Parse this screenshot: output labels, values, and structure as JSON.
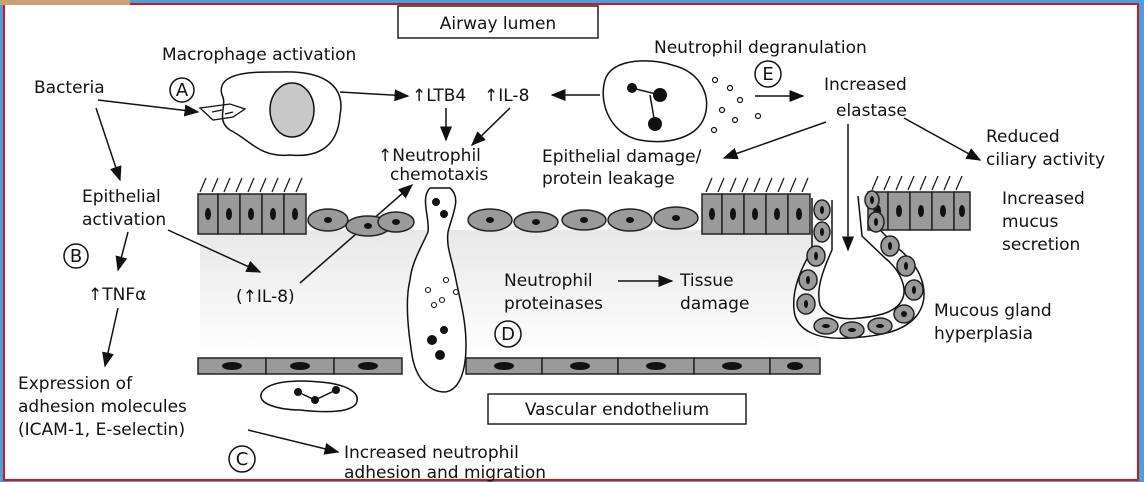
{
  "labels": {
    "airway_lumen": "Airway lumen",
    "macrophage_activation": "Macrophage activation",
    "bacteria": "Bacteria",
    "ltb4": "↑LTB4",
    "il8_top": "↑IL-8",
    "neutrophil_chemotaxis_1": "↑Neutrophil",
    "neutrophil_chemotaxis_2": "chemotaxis",
    "neutrophil_degranulation": "Neutrophil degranulation",
    "increased_elastase_1": "Increased",
    "increased_elastase_2": "elastase",
    "reduced_ciliary_1": "Reduced",
    "reduced_ciliary_2": "ciliary activity",
    "epithelial_damage_1": "Epithelial damage/",
    "epithelial_damage_2": "protein leakage",
    "epithelial_activation_1": "Epithelial",
    "epithelial_activation_2": "activation",
    "increased_mucus_1": "Increased",
    "increased_mucus_2": "mucus",
    "increased_mucus_3": "secretion",
    "tnf": "↑TNFα",
    "il8_mid": "(↑IL-8)",
    "neutrophil_proteinases_1": "Neutrophil",
    "neutrophil_proteinases_2": "proteinases",
    "tissue_damage_1": "Tissue",
    "tissue_damage_2": "damage",
    "mucous_gland_1": "Mucous gland",
    "mucous_gland_2": "hyperplasia",
    "expression_1": "Expression of",
    "expression_2": "adhesion molecules",
    "expression_3": "(ICAM-1, E-selectin)",
    "vascular_endothelium": "Vascular endothelium",
    "increased_adhesion_1": "Increased neutrophil",
    "increased_adhesion_2": "adhesion and migration"
  },
  "markers": {
    "a": "A",
    "b": "B",
    "c": "C",
    "d": "D",
    "e": "E"
  },
  "colors": {
    "background": "#3fa3e6",
    "panel": "#ffffff",
    "border": "#e01010",
    "cell_fill": "#9a9a9a"
  }
}
